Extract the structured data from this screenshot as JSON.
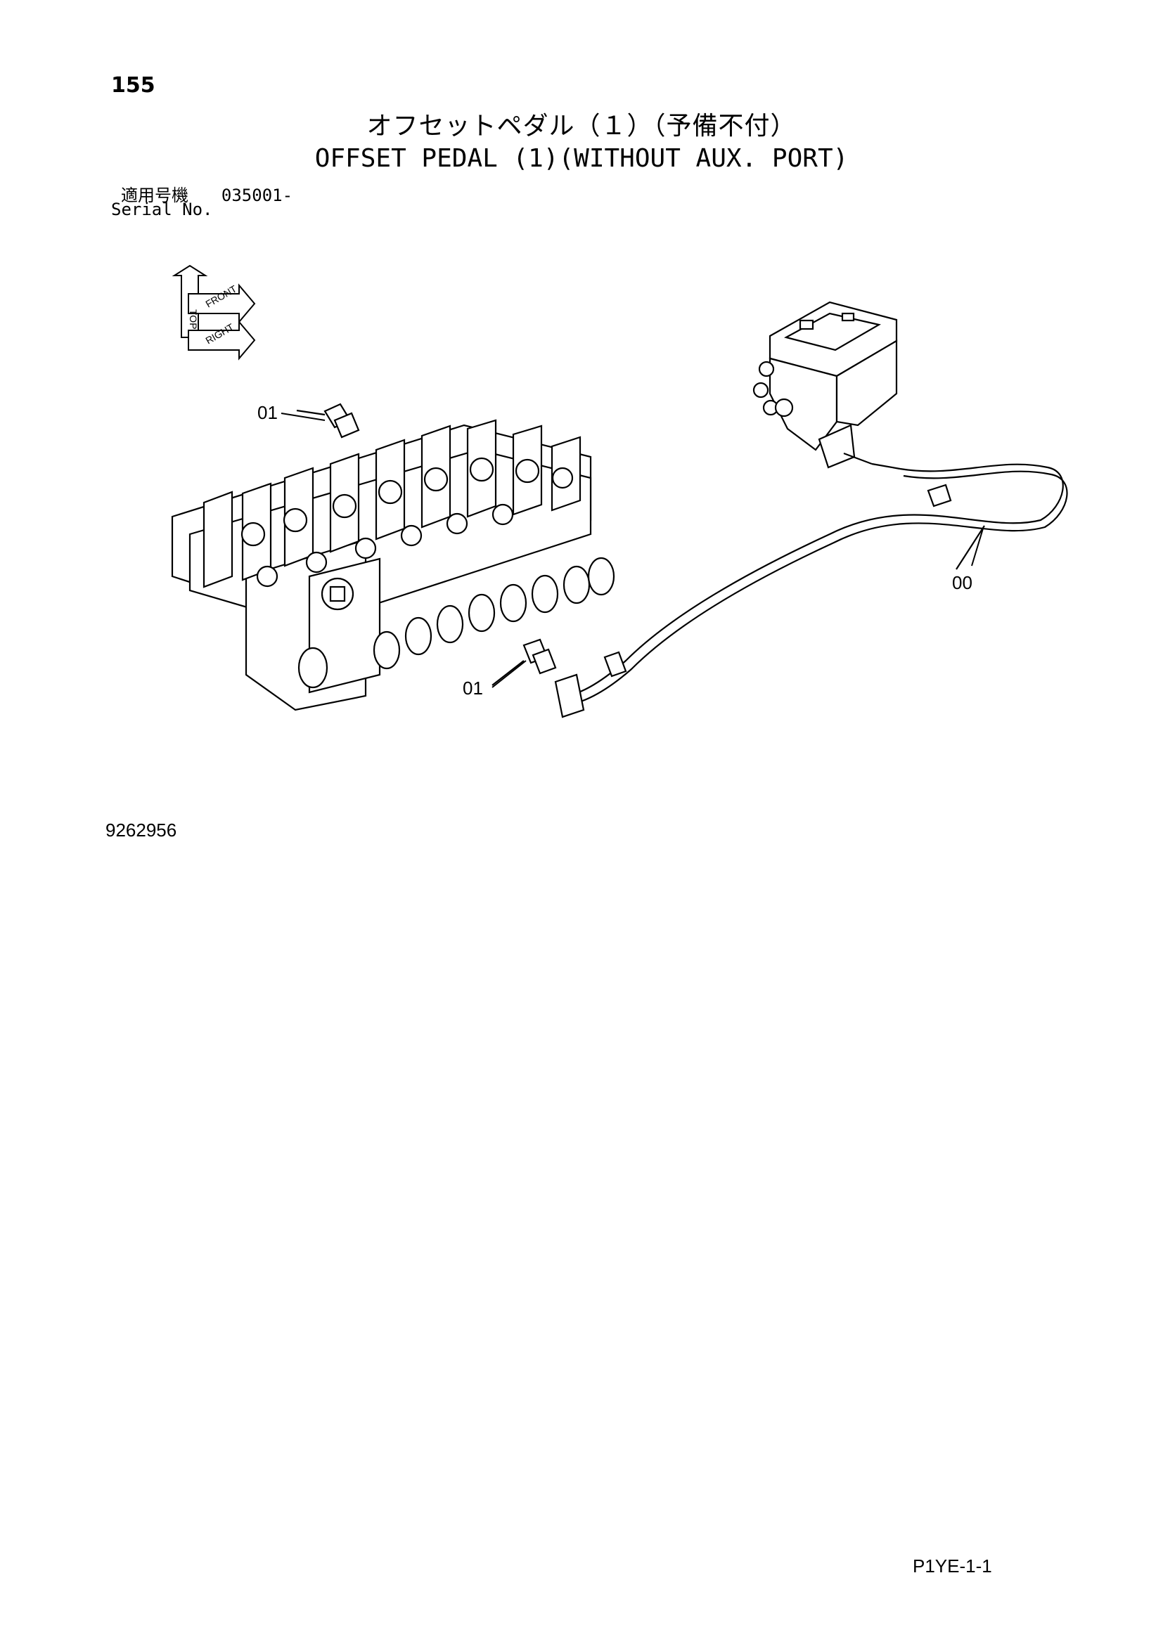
{
  "page_number": "155",
  "title_jp": "オフセットペダル（１）（予備不付）",
  "title_en": "OFFSET PEDAL (1)(WITHOUT AUX. PORT)",
  "serial": {
    "label_jp": "適用号機",
    "value": "035001-",
    "label_en": "Serial No."
  },
  "orientation": {
    "top": "TOP",
    "front": "FRONT",
    "right": "RIGHT"
  },
  "callouts": {
    "part_01_upper": "01",
    "part_01_lower": "01",
    "part_00": "00"
  },
  "drawing_number": "9262956",
  "page_code": "P1YE-1-1"
}
